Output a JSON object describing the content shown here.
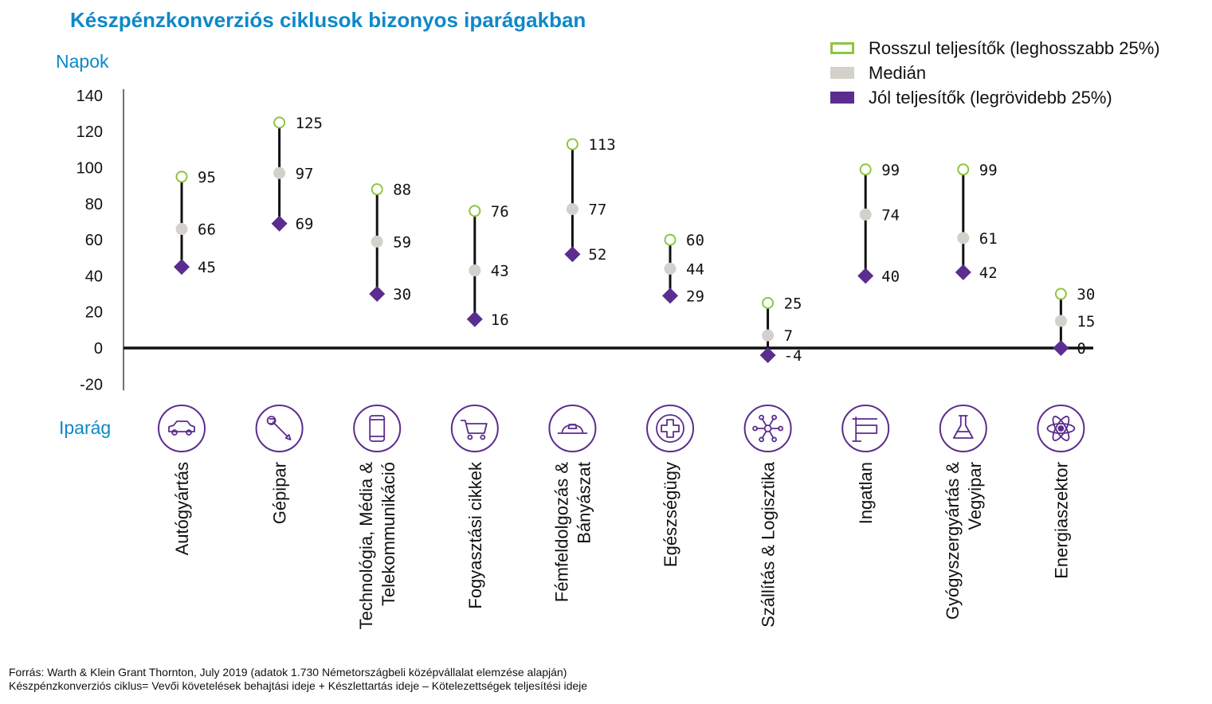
{
  "title": "Készpénzkonverziós ciklusok bizonyos iparágakban",
  "y_axis_label": "Napok",
  "x_axis_label": "Iparág",
  "legend": [
    {
      "key": "poor",
      "label": "Rosszul teljesítők (leghosszabb 25%)"
    },
    {
      "key": "median",
      "label": "Medián"
    },
    {
      "key": "good",
      "label": "Jól teljesítők (legrövidebb 25%)"
    }
  ],
  "footer": {
    "source": "Forrás: Warth & Klein Grant Thornton,  July 2019 (adatok  1.730  Németországbeli  középvállalat  elemzése  alapján)",
    "definition": "Készpénzkonverziós  ciklus= Vevői követelések  behajtási  ideje + Készlettartás  ideje – Kötelezettségek  teljesítési  ideje"
  },
  "colors": {
    "title": "#0E88C9",
    "poor": "#8DC63F",
    "median": "#D4D0CC",
    "good": "#5B2D8E",
    "stem": "#111111",
    "icon": "#5B2D8E"
  },
  "chart_data": {
    "type": "dot-range",
    "ylim": [
      -20,
      140
    ],
    "yticks": [
      140,
      120,
      100,
      80,
      60,
      40,
      20,
      0,
      -20
    ],
    "categories": [
      {
        "label": [
          "Autógyártás"
        ],
        "icon": "car-icon"
      },
      {
        "label": [
          "Gépipar"
        ],
        "icon": "wrench-icon"
      },
      {
        "label": [
          "Technológia, Média &",
          "Telekommunikáció"
        ],
        "icon": "smartphone-icon"
      },
      {
        "label": [
          "Fogyasztási cikkek"
        ],
        "icon": "shopping-cart-icon"
      },
      {
        "label": [
          "Fémfeldolgozás &",
          "Bányászat"
        ],
        "icon": "mining-helmet-icon"
      },
      {
        "label": [
          "Egészségügy"
        ],
        "icon": "medical-cross-icon"
      },
      {
        "label": [
          "Szállítás & Logisztika"
        ],
        "icon": "network-hub-icon"
      },
      {
        "label": [
          "Ingatlan"
        ],
        "icon": "property-sign-icon"
      },
      {
        "label": [
          "Gyógyszergyártás &",
          "Vegyipar"
        ],
        "icon": "flask-icon"
      },
      {
        "label": [
          "Energiaszektor"
        ],
        "icon": "atom-icon"
      }
    ],
    "series": [
      {
        "key": "poor",
        "name": "Rosszul teljesítők (leghosszabb 25%)",
        "values": [
          95,
          125,
          88,
          76,
          113,
          60,
          25,
          99,
          99,
          30
        ]
      },
      {
        "key": "median",
        "name": "Medián",
        "values": [
          66,
          97,
          59,
          43,
          77,
          44,
          7,
          74,
          61,
          15
        ]
      },
      {
        "key": "good",
        "name": "Jól teljesítők (legrövidebb 25%)",
        "values": [
          45,
          69,
          30,
          16,
          52,
          29,
          -4,
          40,
          42,
          0
        ]
      }
    ]
  }
}
